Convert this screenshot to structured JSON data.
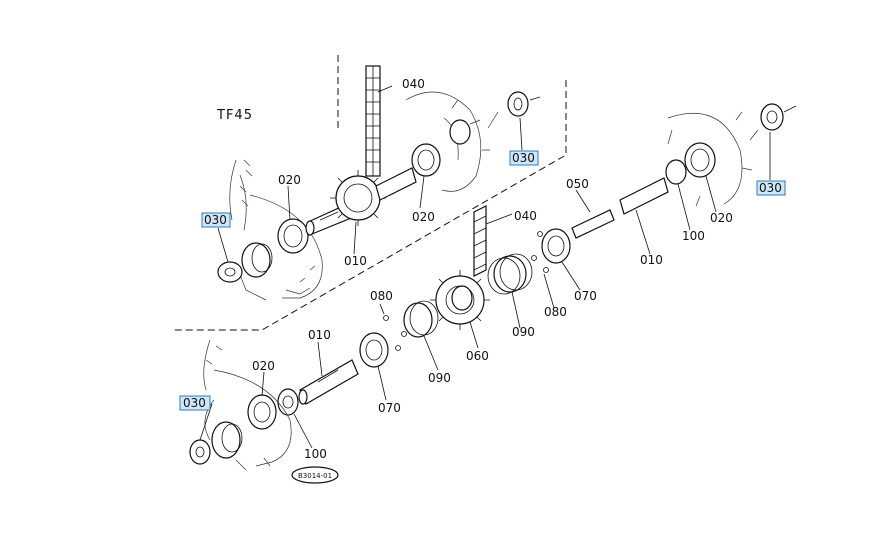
{
  "title": "TF45",
  "code": "B3014-01",
  "colors": {
    "highlight_fill": "#cfe6f7",
    "highlight_stroke": "#2a7fc1",
    "ink": "#111111"
  },
  "labels": {
    "c040_top": "040",
    "c030_top_mid": "030",
    "c030_top_right": "030",
    "c030_left": "030",
    "c020_left": "020",
    "c020_mid": "020",
    "c050": "050",
    "c020_right": "020",
    "c010_top_left": "010",
    "c040_mid": "040",
    "c100_right": "100",
    "c010_right": "010",
    "c070_right": "070",
    "c080_right": "080",
    "c090_right": "090",
    "c080_mid": "080",
    "c010_bottom": "010",
    "c060": "060",
    "c090_mid": "090",
    "c020_bottom": "020",
    "c070_bottom": "070",
    "c030_bottom": "030",
    "c100_bottom": "100"
  }
}
